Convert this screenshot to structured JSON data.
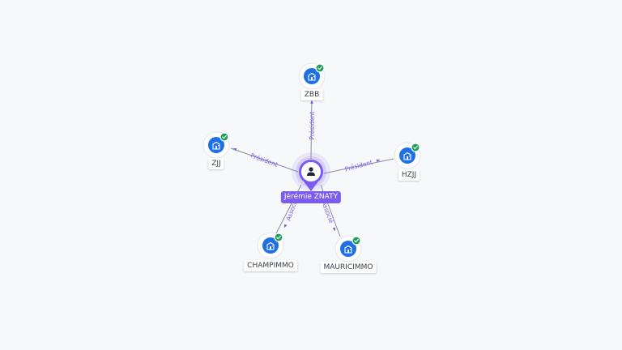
{
  "center": {
    "label": "Jérémie ZNATY",
    "icon": "person-icon",
    "color": "#7b5cf0"
  },
  "nodes": [
    {
      "id": "zbb",
      "label": "ZBB",
      "icon": "building-icon",
      "verified": true,
      "relation": "Président"
    },
    {
      "id": "zjj",
      "label": "ZJJ",
      "icon": "building-icon",
      "verified": true,
      "relation": "Président"
    },
    {
      "id": "hzjj",
      "label": "HZJJ",
      "icon": "building-icon",
      "verified": true,
      "relation": "Président"
    },
    {
      "id": "champimmo",
      "label": "CHAMPIMMO",
      "icon": "building-icon",
      "verified": true,
      "relation": "Associé"
    },
    {
      "id": "mauricimmo",
      "label": "MAURICIMMO",
      "icon": "building-icon",
      "verified": true,
      "relation": "Associé"
    }
  ],
  "colors": {
    "accent": "#7b5cf0",
    "company": "#1f6fe5",
    "verified": "#1e9e5a",
    "edge": "#8a8f9c"
  }
}
